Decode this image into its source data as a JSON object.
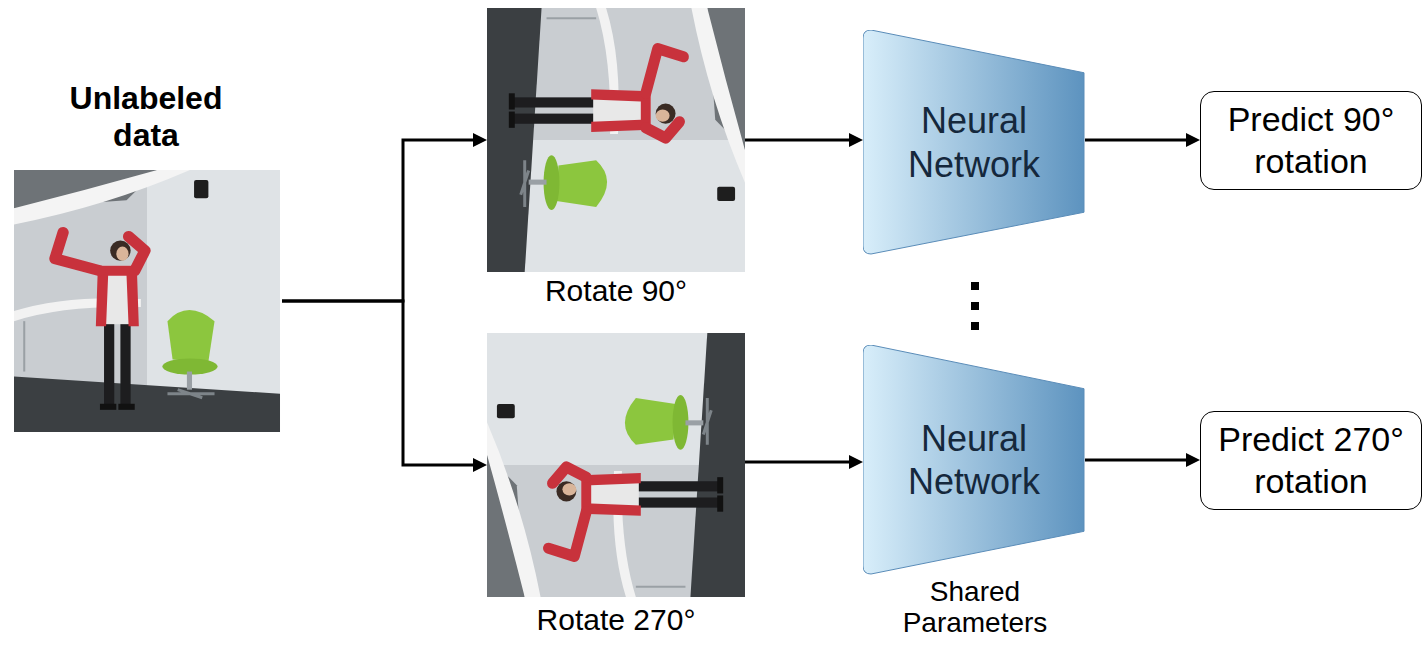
{
  "diagram": {
    "nodes": [
      {
        "text": [
          "Unlabeled data"
        ]
      },
      {
        "text": [
          "Rotate 90°"
        ]
      },
      {
        "text": [
          "Rotate 270°"
        ]
      },
      {
        "text": [
          "Neural Network"
        ]
      },
      {
        "text": [
          "Neural Network"
        ]
      },
      {
        "text": [
          "Predict 90° rotation"
        ]
      },
      {
        "text": [
          "Predict 270° rotation"
        ]
      }
    ],
    "edges": [
      {
        "from": 0,
        "to": 1,
        "arrow": "to"
      },
      {
        "from": 0,
        "to": 2,
        "arrow": "to"
      },
      {
        "from": 1,
        "to": 3,
        "arrow": "to"
      },
      {
        "from": 2,
        "to": 4,
        "arrow": "to"
      },
      {
        "from": 3,
        "to": 5,
        "arrow": "to"
      },
      {
        "from": 4,
        "to": 6,
        "arrow": "to"
      }
    ],
    "labels": [
      "Shared Parameters"
    ]
  }
}
